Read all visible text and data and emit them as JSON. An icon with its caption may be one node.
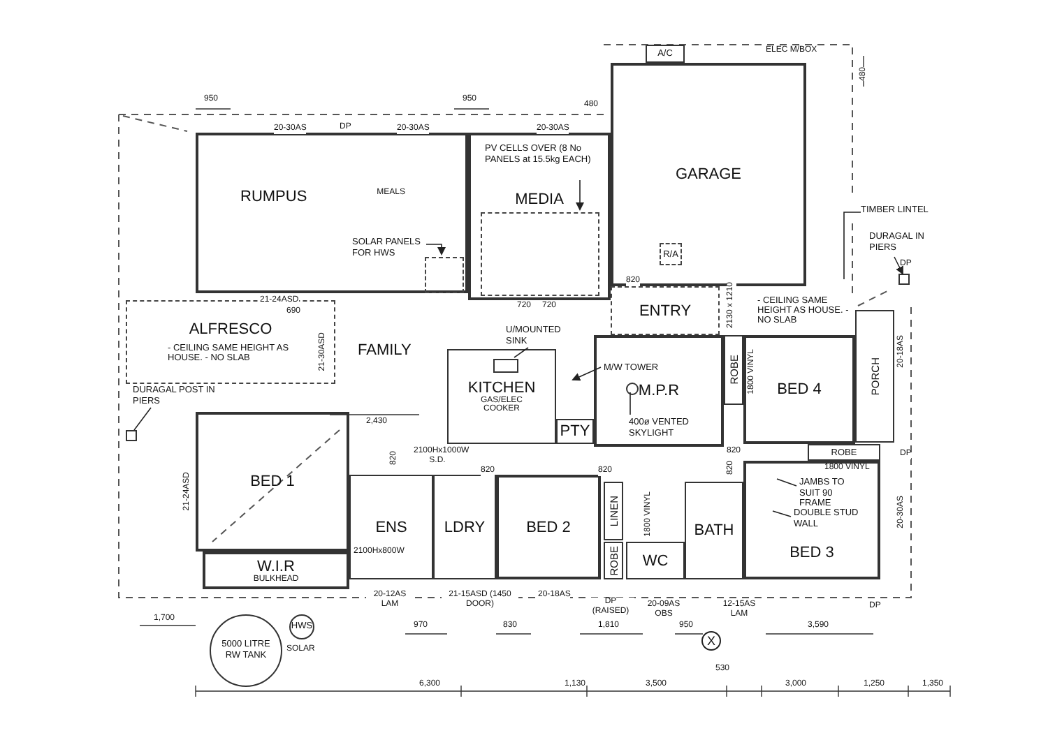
{
  "diagram": {
    "nodes": [
      {
        "text": [
          "GARAGE"
        ]
      },
      {
        "text": [
          "MEDIA"
        ]
      },
      {
        "text": [
          "RUMPUS",
          "MEALS"
        ]
      },
      {
        "text": [
          "ALFRESCO",
          "- CEILING SAME HEIGHT AS HOUSE. - NO SLAB"
        ]
      },
      {
        "text": [
          "KITCHEN",
          "GAS/ELEC COOKER"
        ]
      },
      {
        "text": [
          "PTY"
        ]
      },
      {
        "text": [
          "M.P.R"
        ]
      },
      {
        "text": [
          "ROBE"
        ]
      },
      {
        "text": [
          "BED 4"
        ]
      },
      {
        "text": [
          "PORCH"
        ]
      },
      {
        "text": [
          "BED 1"
        ]
      },
      {
        "text": [
          "W.I.R",
          "BULKHEAD"
        ]
      },
      {
        "text": [
          "ENS"
        ]
      },
      {
        "text": [
          "LDRY"
        ]
      },
      {
        "text": [
          "BED 2"
        ]
      },
      {
        "text": [
          "LINEN"
        ]
      },
      {
        "text": [
          "ROBE"
        ]
      },
      {
        "text": [
          "WC"
        ]
      },
      {
        "text": [
          "BATH"
        ]
      },
      {
        "text": [
          "BED 3"
        ]
      },
      {
        "text": [
          "ROBE"
        ]
      },
      {
        "text": [
          "ENTRY"
        ]
      },
      {
        "text": [
          "A/C"
        ]
      },
      {
        "text": [
          "5000 LITRE RW TANK"
        ]
      },
      {
        "text": [
          "HWS"
        ]
      },
      {
        "text": [
          "R/A"
        ],
        "in": 0
      },
      {
        "text": [],
        "shape": "box",
        "in": 2
      },
      {
        "text": [],
        "shape": "box",
        "in": 1
      },
      {
        "text": [
          "SOLAR PANELS FOR HWS"
        ],
        "in": 2
      },
      {
        "text": [
          "PV CELLS OVER (8 No PANELS at 15.5kg EACH)"
        ],
        "in": 1
      },
      {
        "text": [
          "DURAGAL POST IN PIERS"
        ]
      },
      {
        "text": [],
        "shape": "box"
      },
      {
        "text": [
          "TIMBER LINTEL"
        ]
      },
      {
        "text": [
          "DURAGAL IN PIERS"
        ]
      },
      {
        "text": [],
        "shape": "box"
      },
      {
        "text": [
          "M/W TOWER"
        ],
        "in": 6
      },
      {
        "text": [
          "400ø VENTED SKYLIGHT"
        ],
        "in": 6
      },
      {
        "text": [],
        "shape": "circle",
        "in": 6
      },
      {
        "text": [
          "U/MOUNTED SINK"
        ]
      },
      {
        "text": [],
        "shape": "box",
        "in": 4
      },
      {
        "text": [
          "JAMBS TO SUIT 90 FRAME"
        ],
        "in": 19
      },
      {
        "text": [
          "DOUBLE STUD WALL"
        ],
        "in": 19
      }
    ],
    "edges": [
      {
        "from": 28,
        "to": 26,
        "arrow": "to"
      },
      {
        "from": 29,
        "to": 27,
        "arrow": "to"
      },
      {
        "from": 30,
        "to": 31,
        "arrow": "none"
      },
      {
        "from": 33,
        "to": 34,
        "arrow": "to"
      },
      {
        "from": 32,
        "to": null,
        "arrow": "none"
      },
      {
        "from": 35,
        "to": null,
        "arrow": "to"
      },
      {
        "from": 36,
        "to": 37,
        "arrow": "none"
      },
      {
        "from": 38,
        "to": 39,
        "arrow": "none"
      },
      {
        "from": 40,
        "to": null,
        "arrow": "none"
      },
      {
        "from": 41,
        "to": null,
        "arrow": "none"
      }
    ],
    "labels": [
      "950",
      "950",
      "480",
      "480",
      "ELEC M/BOX",
      "20-30AS",
      "DP",
      "20-30AS",
      "20-30AS",
      "21-24ASD",
      "690",
      "720",
      "720",
      "FAMILY",
      "21-30ASD",
      "2,430",
      "820",
      "2100Hx1000W S.D.",
      "820",
      "820",
      "820",
      "820",
      "820",
      "2100Hx800W",
      "21-24ASD",
      "1800 VINYL",
      "1800 VINYL",
      "1800 VINYL",
      "20-18AS",
      "20-30AS",
      "- CEILING SAME HEIGHT AS HOUSE. - NO SLAB",
      "DP",
      "DP",
      "1,700",
      "SOLAR",
      "20-12AS LAM",
      "21-15ASD (1450 DOOR)",
      "20-18AS",
      "DP (RAISED)",
      "20-09AS OBS",
      "12-15AS LAM",
      "DP",
      "970",
      "830",
      "1,810",
      "950",
      "3,590",
      "X",
      "6,300",
      "1,130",
      "3,500",
      "530",
      "3,000",
      "1,250",
      "1,350",
      "2130 x 1210"
    ]
  }
}
